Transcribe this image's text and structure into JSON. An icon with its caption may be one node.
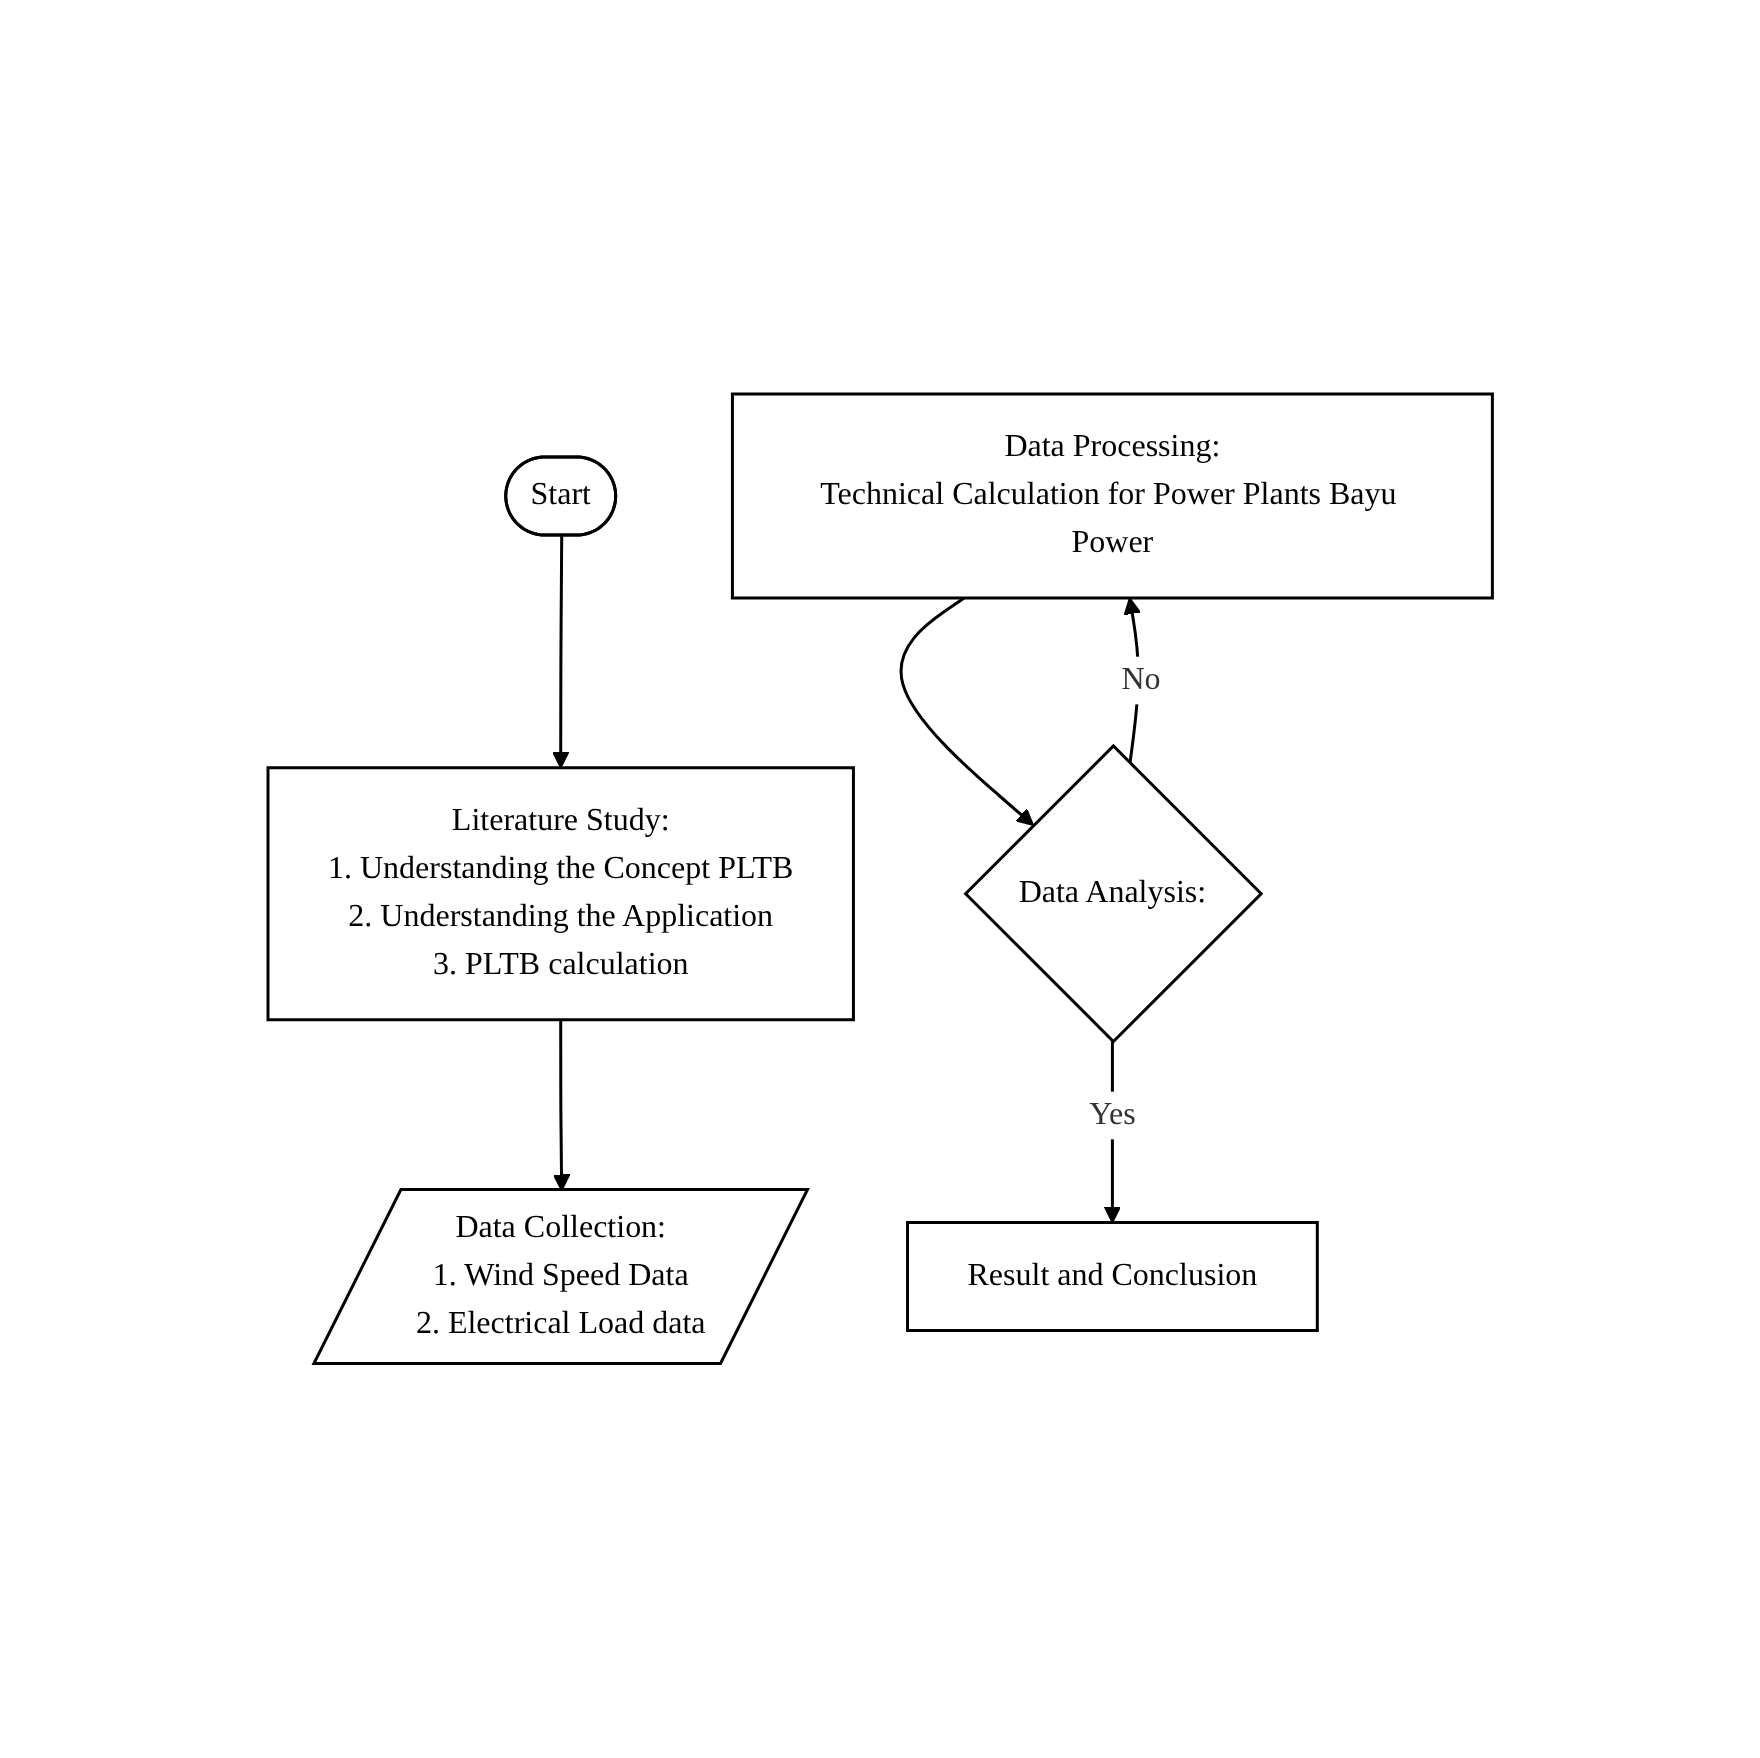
{
  "diagram": {
    "nodes": [
      {
        "text": [
          "Start"
        ]
      },
      {
        "text": [
          "Literature Study:",
          "1. Understanding the Concept PLTB",
          "2. Understanding the Application",
          "3. PLTB calculation"
        ]
      },
      {
        "text": [
          "Data Collection:",
          "1. Wind Speed Data",
          "2. Electrical Load data"
        ]
      },
      {
        "text": [
          "Data Processing:",
          "Technical Calculation for Power Plants Bayu Power"
        ]
      },
      {
        "text": [
          "Data Analysis:"
        ]
      },
      {
        "text": [
          "Result and Conclusion"
        ]
      }
    ],
    "edges": [
      {
        "from": 0,
        "to": 1,
        "arrow": "to"
      },
      {
        "from": 1,
        "to": 2,
        "arrow": "to"
      },
      {
        "from": 3,
        "to": 4,
        "arrow": "to"
      },
      {
        "from": 4,
        "to": 3,
        "label": "No",
        "arrow": "to"
      },
      {
        "from": 4,
        "to": 5,
        "label": "Yes",
        "arrow": "to"
      }
    ]
  }
}
